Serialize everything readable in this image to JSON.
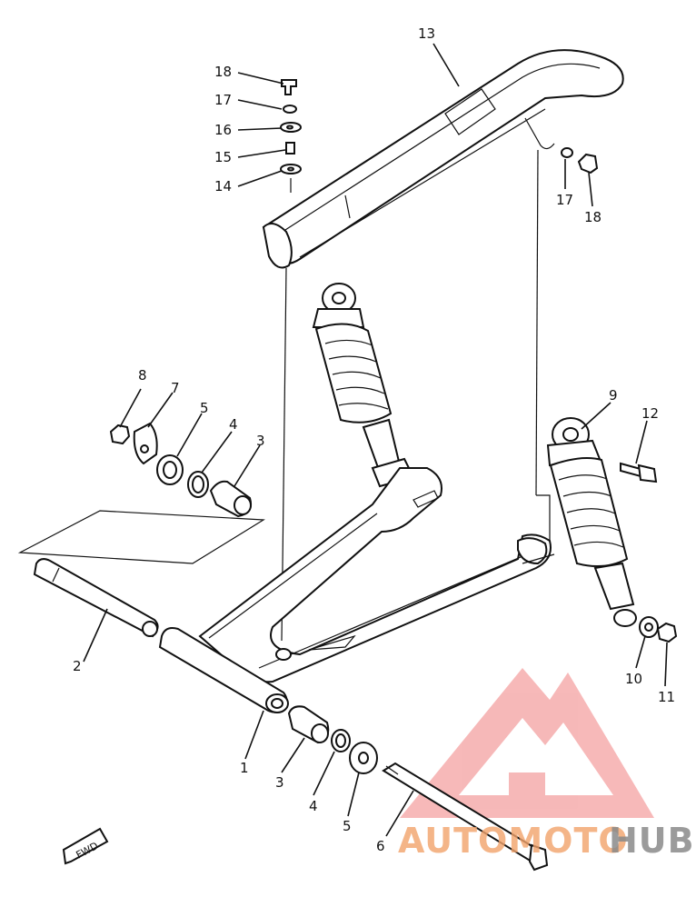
{
  "diagram": {
    "callouts": [
      {
        "id": "c13",
        "text": "13"
      },
      {
        "id": "c18a",
        "text": "18"
      },
      {
        "id": "c17a",
        "text": "17"
      },
      {
        "id": "c16",
        "text": "16"
      },
      {
        "id": "c15",
        "text": "15"
      },
      {
        "id": "c14",
        "text": "14"
      },
      {
        "id": "c17b",
        "text": "17"
      },
      {
        "id": "c18b",
        "text": "18"
      },
      {
        "id": "c8",
        "text": "8"
      },
      {
        "id": "c7",
        "text": "7"
      },
      {
        "id": "c5a",
        "text": "5"
      },
      {
        "id": "c4a",
        "text": "4"
      },
      {
        "id": "c3a",
        "text": "3"
      },
      {
        "id": "c9",
        "text": "9"
      },
      {
        "id": "c12",
        "text": "12"
      },
      {
        "id": "c2",
        "text": "2"
      },
      {
        "id": "c10",
        "text": "10"
      },
      {
        "id": "c11",
        "text": "11"
      },
      {
        "id": "c1",
        "text": "1"
      },
      {
        "id": "c3b",
        "text": "3"
      },
      {
        "id": "c4b",
        "text": "4"
      },
      {
        "id": "c5b",
        "text": "5"
      },
      {
        "id": "c6",
        "text": "6"
      }
    ],
    "fwd_label": "FWD"
  },
  "watermark": {
    "text_a": "AUTOMOTO",
    "text_b": "HUB",
    "color_a": "#f2a36b",
    "color_b": "#8a8a8a",
    "logo_color": "#f07f7f"
  }
}
